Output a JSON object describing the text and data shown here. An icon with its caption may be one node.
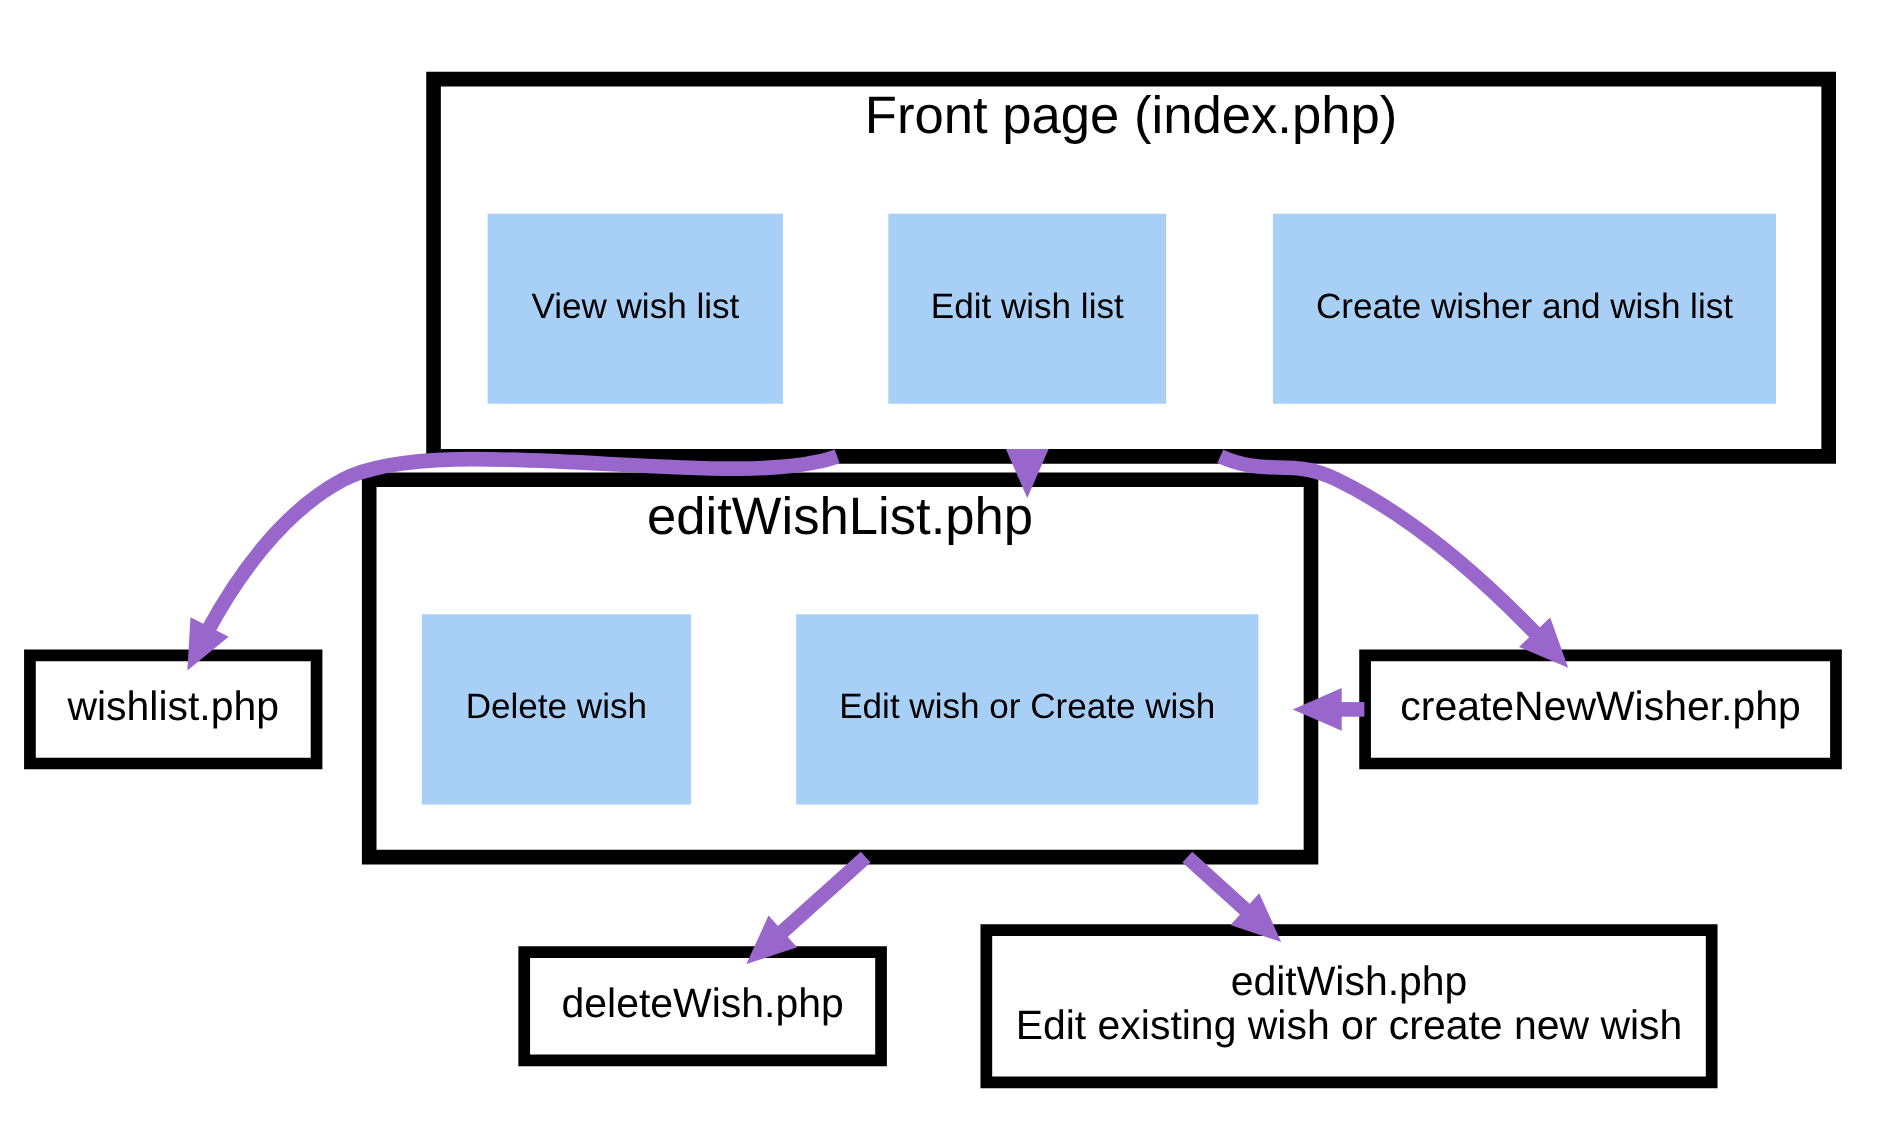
{
  "diagram": {
    "nodes": [
      {
        "text": [
          "Front page (index.php)"
        ]
      },
      {
        "text": [
          "View wish list"
        ],
        "in": 0
      },
      {
        "text": [
          "Edit wish list"
        ],
        "in": 0
      },
      {
        "text": [
          "Create wisher and wish list"
        ],
        "in": 0
      },
      {
        "text": [
          "wishlist.php"
        ]
      },
      {
        "text": [
          "editWishList.php"
        ]
      },
      {
        "text": [
          "Delete wish"
        ],
        "in": 5
      },
      {
        "text": [
          "Edit wish or Create wish"
        ],
        "in": 5
      },
      {
        "text": [
          "createNewWisher.php"
        ]
      },
      {
        "text": [
          "deleteWish.php"
        ]
      },
      {
        "text": [
          "editWish.php",
          "Edit existing wish or create new wish"
        ]
      }
    ],
    "edges": [
      {
        "from": 0,
        "to": 4,
        "arrow": "to"
      },
      {
        "from": 0,
        "to": 5,
        "arrow": "to"
      },
      {
        "from": 0,
        "to": 8,
        "arrow": "to"
      },
      {
        "from": 8,
        "to": 5,
        "arrow": "to"
      },
      {
        "from": 5,
        "to": 9,
        "arrow": "to"
      },
      {
        "from": 5,
        "to": 10,
        "arrow": "to"
      }
    ]
  }
}
